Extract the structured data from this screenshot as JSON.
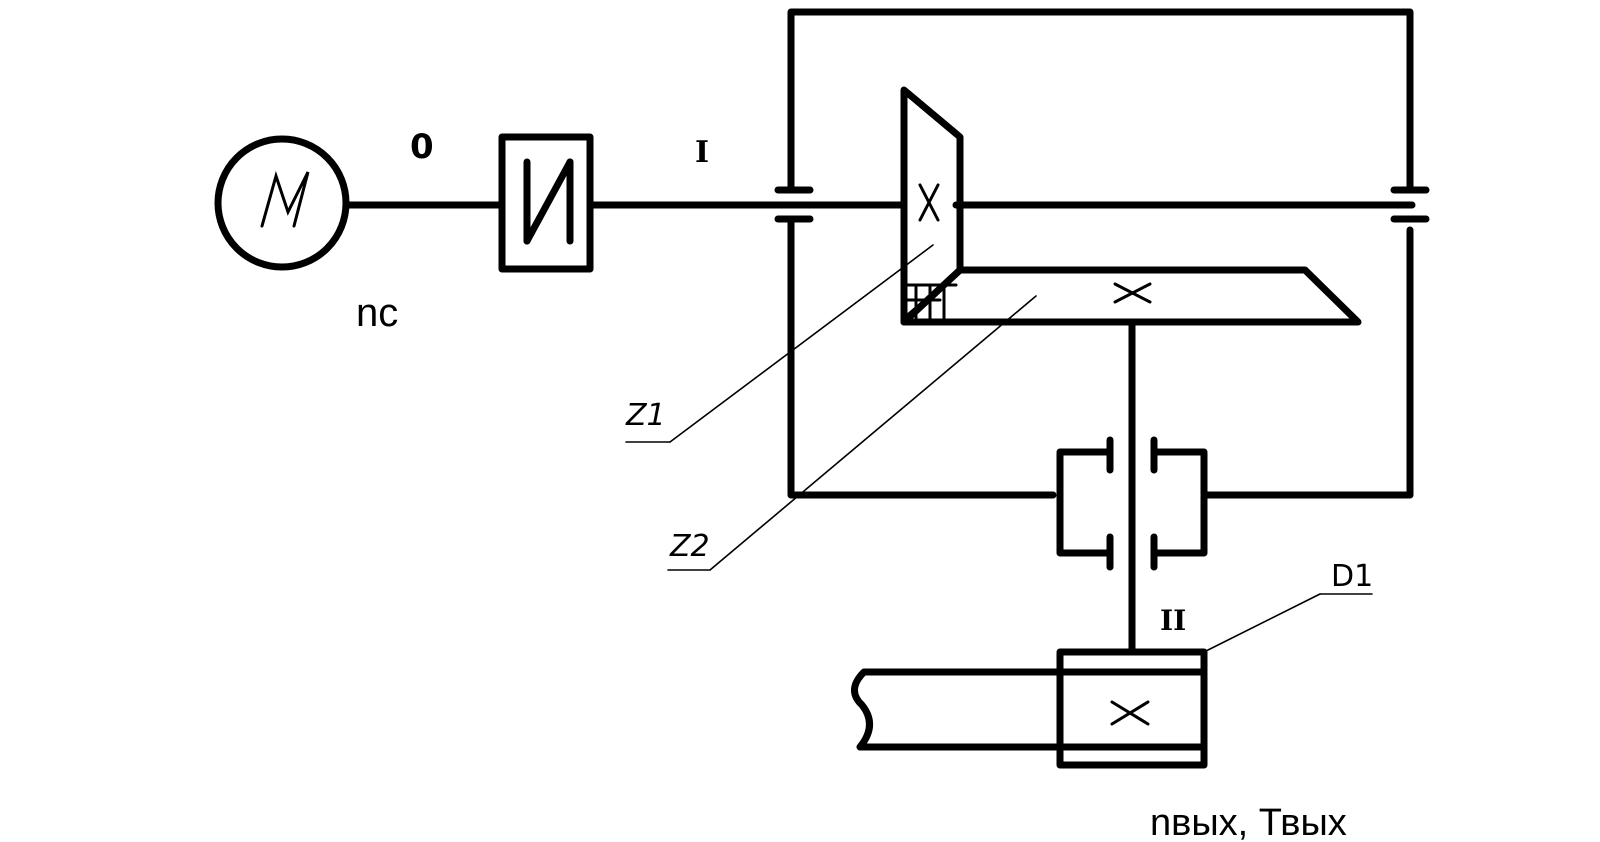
{
  "labels": {
    "motor_symbol": "M",
    "shaft_0": "0",
    "shaft_1": "I",
    "shaft_2": "II",
    "motor_speed": "nc",
    "gear_z1": "Z1",
    "gear_z2": "Z2",
    "drum": "D1",
    "output": "nвых, Твых"
  },
  "colors": {
    "stroke": "#000000",
    "background": "#ffffff"
  }
}
